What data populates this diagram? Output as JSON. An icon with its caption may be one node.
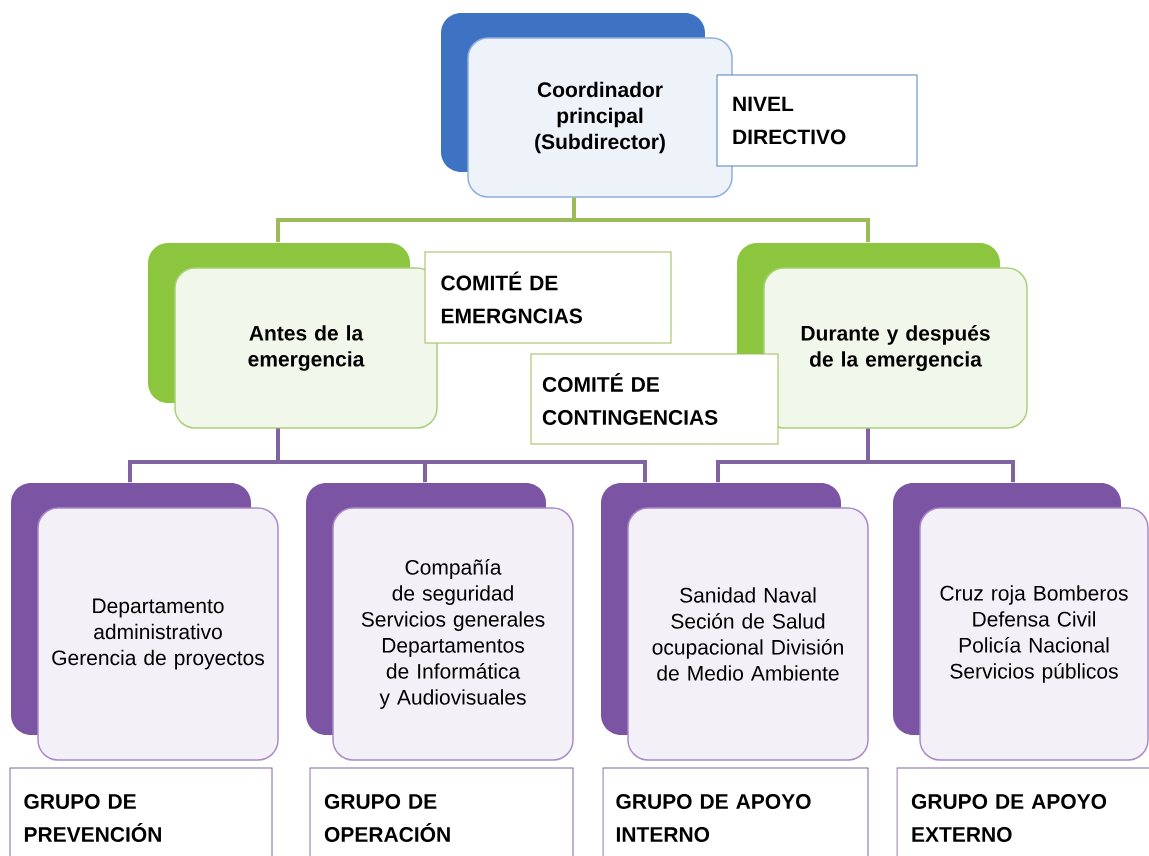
{
  "diagram": {
    "nodes": [
      {
        "text": [
          "Coordinador principal (Subdirector)"
        ]
      },
      {
        "text": [
          "NIVEL DIRECTIVO"
        ]
      },
      {
        "text": [
          "Antes de la emergencia"
        ]
      },
      {
        "text": [
          "COMITÉ DE EMERGNCIAS"
        ]
      },
      {
        "text": [
          "Durante y después de la emergencia"
        ]
      },
      {
        "text": [
          "COMITÉ DE CONTINGENCIAS"
        ]
      },
      {
        "text": [
          "Departamento administrativo Gerencia de proyectos"
        ]
      },
      {
        "text": [
          "Compañía de seguridad Servicios generales Departamentos de Informática y Audiovisuales"
        ]
      },
      {
        "text": [
          "Sanidad Naval Seción de Salud ocupacional División de Medio Ambiente"
        ]
      },
      {
        "text": [
          "Cruz roja Bomberos Defensa Civil Policía Nacional Servicios públicos"
        ]
      },
      {
        "text": [
          "GRUPO DE PREVENCIÓN"
        ]
      },
      {
        "text": [
          "GRUPO DE OPERACIÓN"
        ]
      },
      {
        "text": [
          "GRUPO DE APOYO INTERNO"
        ]
      },
      {
        "text": [
          "GRUPO DE APOYO EXTERNO"
        ]
      }
    ],
    "edges": [
      {
        "from": 0,
        "to": 2,
        "arrow": "none",
        "color": "#9bbb59"
      },
      {
        "from": 0,
        "to": 4,
        "arrow": "none",
        "color": "#9bbb59"
      },
      {
        "from": 2,
        "to": 6,
        "arrow": "none"
      },
      {
        "from": 2,
        "to": 7,
        "arrow": "none"
      },
      {
        "from": 2,
        "to": 8,
        "arrow": "none"
      },
      {
        "from": 4,
        "to": 8,
        "arrow": "none"
      },
      {
        "from": 4,
        "to": 9,
        "arrow": "none"
      }
    ]
  }
}
